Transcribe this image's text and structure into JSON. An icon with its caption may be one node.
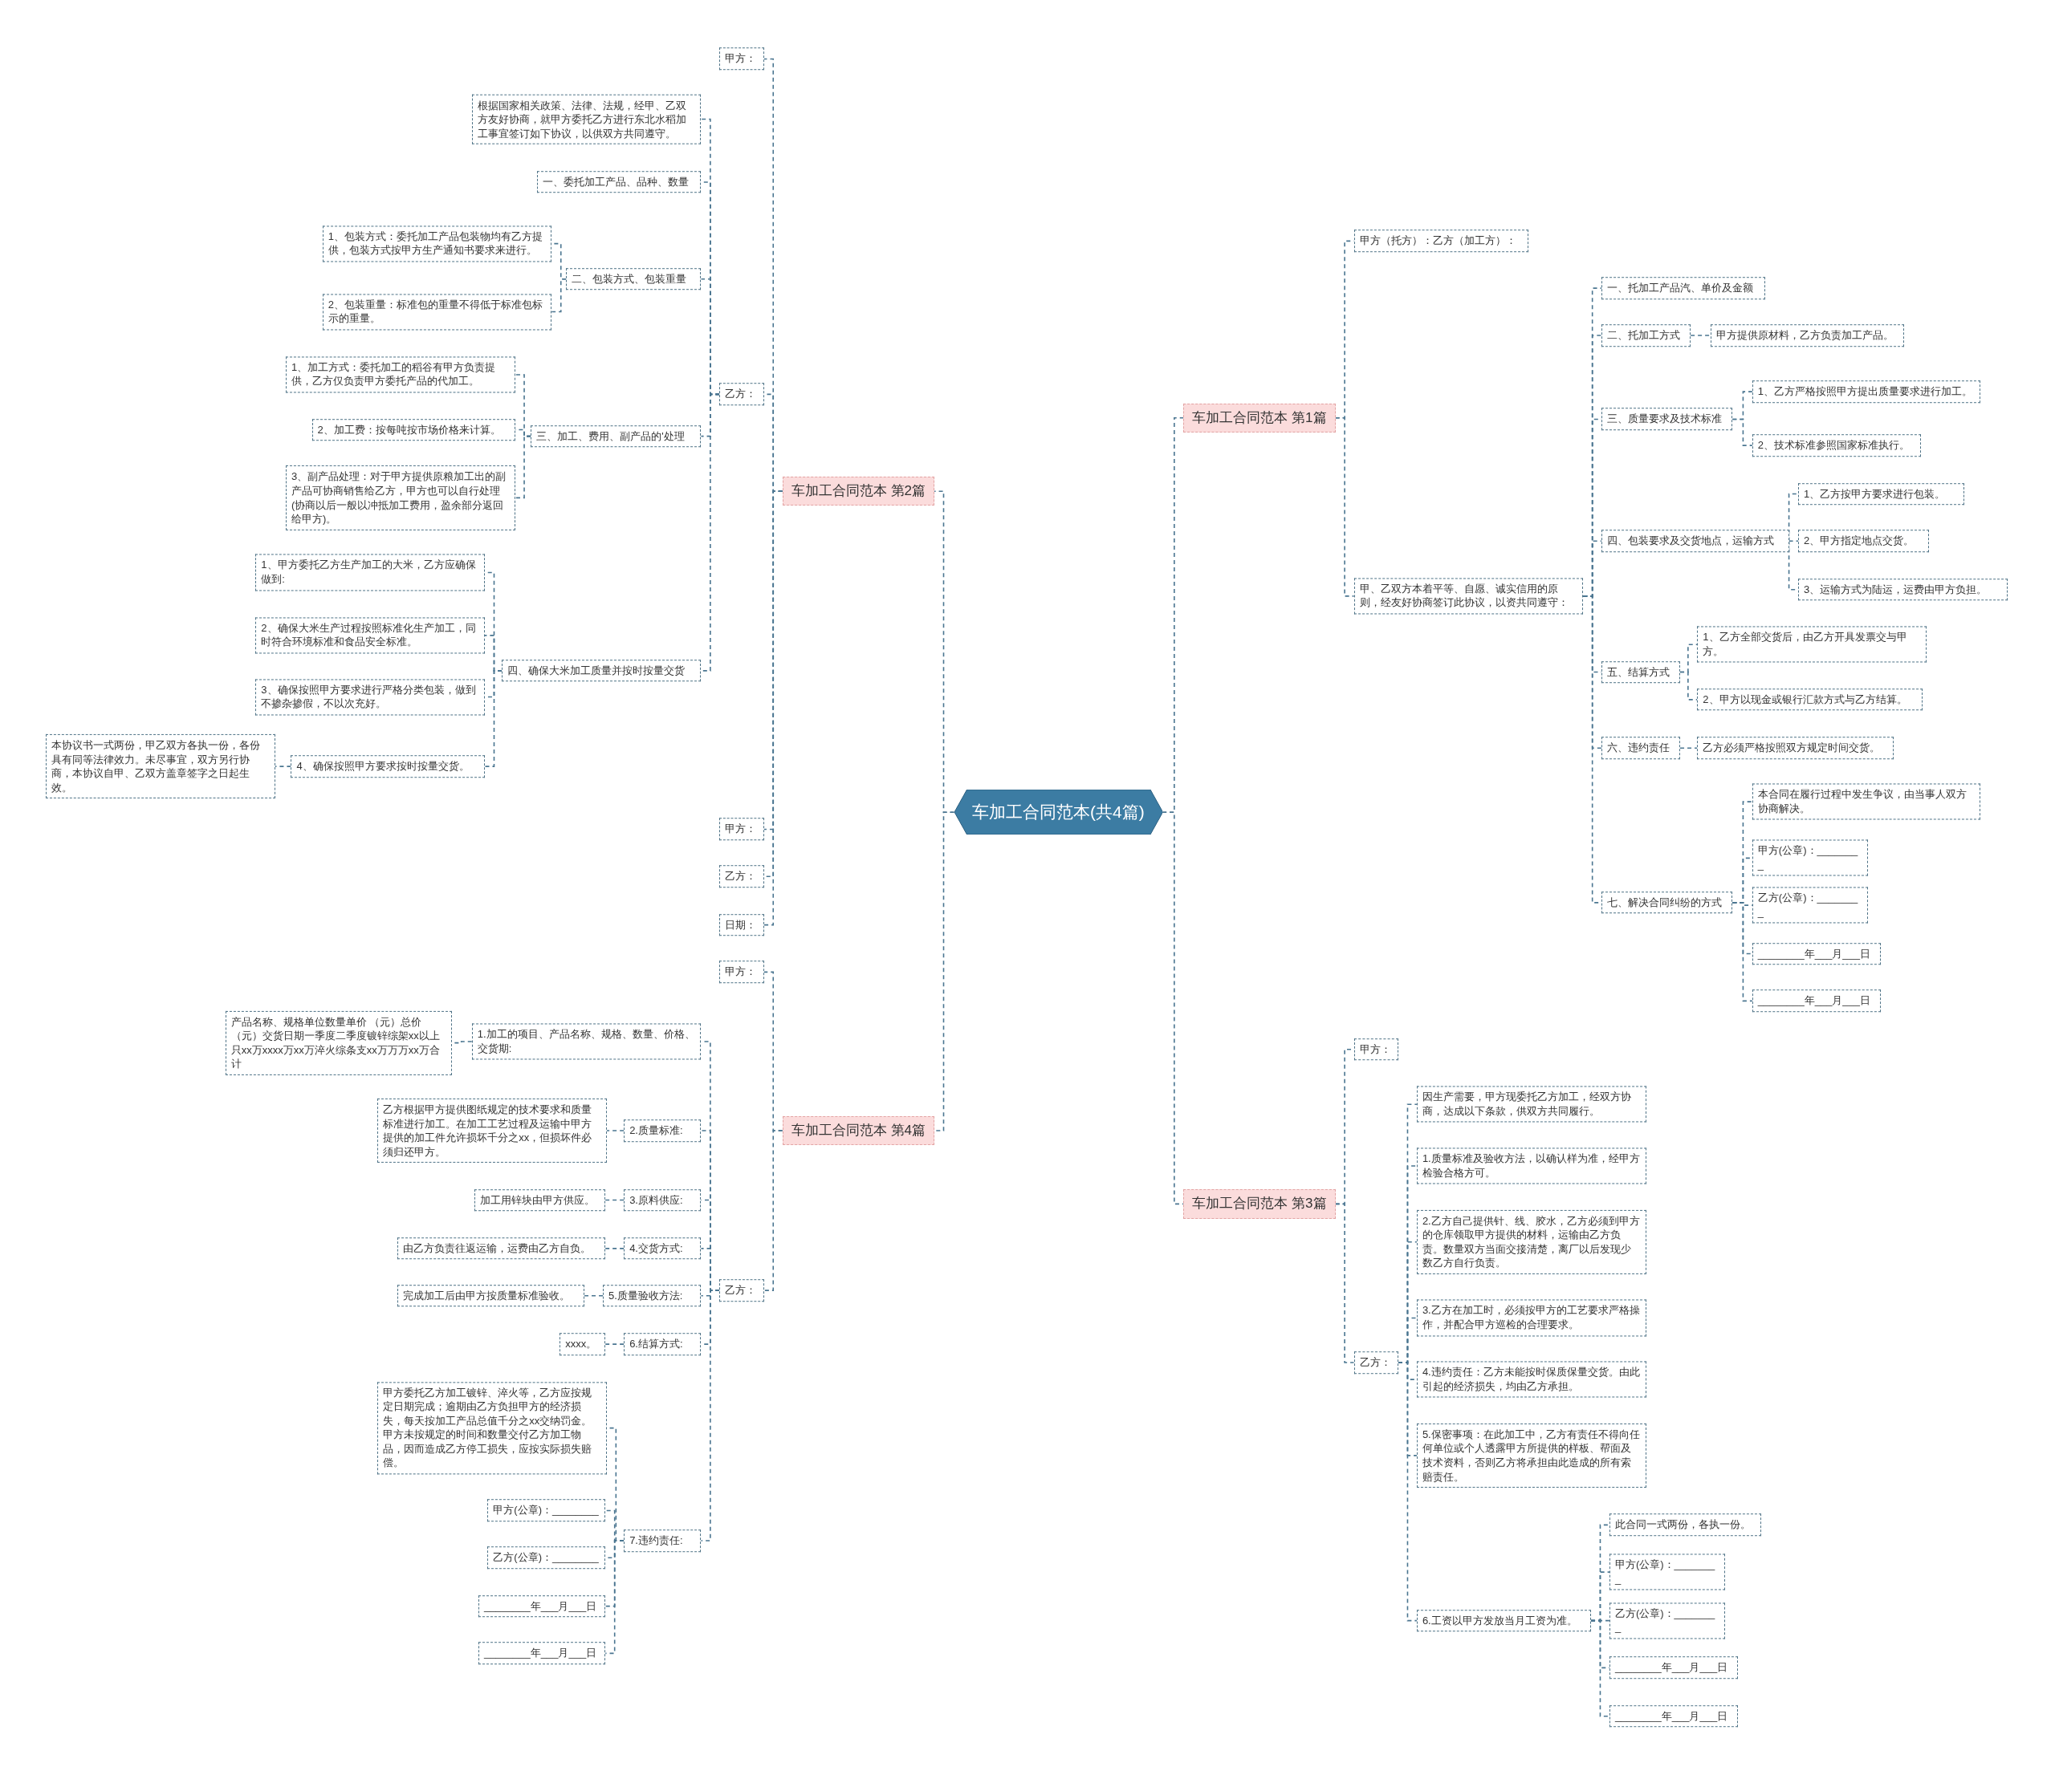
{
  "diagram": {
    "nodes": [
      {
        "text": [
          "车加工合同范本(共4篇)"
        ]
      },
      {
        "text": [
          "车加工合同范本 第1篇"
        ]
      },
      {
        "text": [
          "甲方（托方）：乙方（加工方）："
        ]
      },
      {
        "text": [
          "甲、乙双方本着平等、自愿、诚实信用的原则，经友好协商签订此协议，以资共同遵守："
        ]
      },
      {
        "text": [
          "一、托加工产品汽、单价及金额"
        ]
      },
      {
        "text": [
          "二、托加工方式"
        ]
      },
      {
        "text": [
          "甲方提供原材料，乙方负责加工产品。"
        ]
      },
      {
        "text": [
          "三、质量要求及技术标准"
        ]
      },
      {
        "text": [
          "1、乙方严格按照甲方提出质量要求进行加工。"
        ]
      },
      {
        "text": [
          "2、技术标准参照国家标准执行。"
        ]
      },
      {
        "text": [
          "四、包装要求及交货地点，运输方式"
        ]
      },
      {
        "text": [
          "1、乙方按甲方要求进行包装。"
        ]
      },
      {
        "text": [
          "2、甲方指定地点交货。"
        ]
      },
      {
        "text": [
          "3、运输方式为陆运，运费由甲方负担。"
        ]
      },
      {
        "text": [
          "五、结算方式"
        ]
      },
      {
        "text": [
          "1、乙方全部交货后，由乙方开具发票交与甲方。"
        ]
      },
      {
        "text": [
          "2、甲方以现金或银行汇款方式与乙方结算。"
        ]
      },
      {
        "text": [
          "六、违约责任"
        ]
      },
      {
        "text": [
          "乙方必须严格按照双方规定时间交货。"
        ]
      },
      {
        "text": [
          "七、解决合同纠纷的方式"
        ]
      },
      {
        "text": [
          "本合同在履行过程中发生争议，由当事人双方协商解决。"
        ]
      },
      {
        "text": [
          "甲方(公章)：________"
        ]
      },
      {
        "text": [
          "乙方(公章)：________"
        ]
      },
      {
        "text": [
          "________年___月___日"
        ]
      },
      {
        "text": [
          "________年___月___日"
        ]
      },
      {
        "text": [
          "车加工合同范本 第2篇"
        ]
      },
      {
        "text": [
          "甲方："
        ]
      },
      {
        "text": [
          "乙方："
        ]
      },
      {
        "text": [
          "根据国家相关政策、法律、法规，经甲、乙双方友好协商，就甲方委托乙方进行东北水稻加工事宜签订如下协议，以供双方共同遵守。"
        ]
      },
      {
        "text": [
          "一、委托加工产品、品种、数量"
        ]
      },
      {
        "text": [
          "二、包装方式、包装重量"
        ]
      },
      {
        "text": [
          "1、包装方式：委托加工产品包装物均有乙方提供，包装方式按甲方生产通知书要求来进行。"
        ]
      },
      {
        "text": [
          "2、包装重量：标准包的重量不得低于标准包标示的重量。"
        ]
      },
      {
        "text": [
          "三、加工、费用、副产品的'处理"
        ]
      },
      {
        "text": [
          "1、加工方式：委托加工的稻谷有甲方负责提供，乙方仅负责甲方委托产品的代加工。"
        ]
      },
      {
        "text": [
          "2、加工费：按每吨按市场价格来计算。"
        ]
      },
      {
        "text": [
          "3、副产品处理：对于甲方提供原粮加工出的副产品可协商销售给乙方，甲方也可以自行处理(协商以后一般以冲抵加工费用，盈余部分返回给甲方)。"
        ]
      },
      {
        "text": [
          "四、确保大米加工质量并按时按量交货"
        ]
      },
      {
        "text": [
          "1、甲方委托乙方生产加工的大米，乙方应确保做到:"
        ]
      },
      {
        "text": [
          "2、确保大米生产过程按照标准化生产加工，同时符合环境标准和食品安全标准。"
        ]
      },
      {
        "text": [
          "3、确保按照甲方要求进行严格分类包装，做到不掺杂掺假，不以次充好。"
        ]
      },
      {
        "text": [
          "4、确保按照甲方要求按时按量交货。"
        ]
      },
      {
        "text": [
          "本协议书一式两份，甲乙双方各执一份，各份具有同等法律效力。未尽事宜，双方另行协商，本协议自甲、乙双方盖章签字之日起生效。"
        ]
      },
      {
        "text": [
          "甲方："
        ]
      },
      {
        "text": [
          "乙方："
        ]
      },
      {
        "text": [
          "日期："
        ]
      },
      {
        "text": [
          "车加工合同范本 第3篇"
        ]
      },
      {
        "text": [
          "甲方："
        ]
      },
      {
        "text": [
          "乙方："
        ]
      },
      {
        "text": [
          "因生产需要，甲方现委托乙方加工，经双方协商，达成以下条款，供双方共同履行。"
        ]
      },
      {
        "text": [
          "1.质量标准及验收方法，以确认样为准，经甲方检验合格方可。"
        ]
      },
      {
        "text": [
          "2.乙方自己提供针、线、胶水，乙方必须到甲方的仓库领取甲方提供的材料，运输由乙方负责。数量双方当面交接清楚，离厂以后发现少数乙方自行负责。"
        ]
      },
      {
        "text": [
          "3.乙方在加工时，必须按甲方的工艺要求严格操作，并配合甲方巡检的合理要求。"
        ]
      },
      {
        "text": [
          "4.违约责任：乙方未能按时保质保量交货。由此引起的经济损失，均由乙方承担。"
        ]
      },
      {
        "text": [
          "5.保密事项：在此加工中，乙方有责任不得向任何单位或个人透露甲方所提供的样板、帮面及技术资料，否则乙方将承担由此造成的所有索赔责任。"
        ]
      },
      {
        "text": [
          "6.工资以甲方发放当月工资为准。"
        ]
      },
      {
        "text": [
          "此合同一式两份，各执一份。"
        ]
      },
      {
        "text": [
          "甲方(公章)：________"
        ]
      },
      {
        "text": [
          "乙方(公章)：________"
        ]
      },
      {
        "text": [
          "________年___月___日"
        ]
      },
      {
        "text": [
          "________年___月___日"
        ]
      },
      {
        "text": [
          "车加工合同范本 第4篇"
        ]
      },
      {
        "text": [
          "甲方："
        ]
      },
      {
        "text": [
          "乙方："
        ]
      },
      {
        "text": [
          "1.加工的项目、产品名称、规格、数量、价格、交货期:"
        ]
      },
      {
        "text": [
          "产品名称、规格单位数量单价 （元）总价（元）交货日期一季度二季度镀锌综架xx以上只xx万xxxx万xx万淬火综条支xx万万万xx万合计"
        ]
      },
      {
        "text": [
          "2.质量标准:"
        ]
      },
      {
        "text": [
          "乙方根据甲方提供图纸规定的技术要求和质量标准进行加工。在加工工艺过程及运输中甲方提供的加工件允许损坏千分之xx，但损坏件必须归还甲方。"
        ]
      },
      {
        "text": [
          "3.原料供应:"
        ]
      },
      {
        "text": [
          "加工用锌块由甲方供应。"
        ]
      },
      {
        "text": [
          "4.交货方式:"
        ]
      },
      {
        "text": [
          "由乙方负责往返运输，运费由乙方自负。"
        ]
      },
      {
        "text": [
          "5.质量验收方法:"
        ]
      },
      {
        "text": [
          "完成加工后由甲方按质量标准验收。"
        ]
      },
      {
        "text": [
          "6.结算方式:"
        ]
      },
      {
        "text": [
          "xxxx。"
        ]
      },
      {
        "text": [
          "7.违约责任:"
        ]
      },
      {
        "text": [
          "甲方委托乙方加工镀锌、淬火等，乙方应按规定日期完成；逾期由乙方负担甲方的经济损失，每天按加工产品总值千分之xx交纳罚金。甲方未按规定的时间和数量交付乙方加工物品，因而造成乙方停工损失，应按实际损失赔偿。"
        ]
      },
      {
        "text": [
          "甲方(公章)：________"
        ]
      },
      {
        "text": [
          "乙方(公章)：________"
        ]
      },
      {
        "text": [
          "________年___月___日"
        ]
      },
      {
        "text": [
          "________年___月___日"
        ]
      }
    ],
    "edges": [
      {
        "from": 0,
        "to": 1,
        "arrow": "none"
      },
      {
        "from": 0,
        "to": 25,
        "arrow": "none"
      },
      {
        "from": 0,
        "to": 46,
        "arrow": "none"
      },
      {
        "from": 0,
        "to": 61,
        "arrow": "none"
      },
      {
        "from": 1,
        "to": 2,
        "arrow": "none"
      },
      {
        "from": 1,
        "to": 3,
        "arrow": "none"
      },
      {
        "from": 3,
        "to": 4,
        "arrow": "none"
      },
      {
        "from": 3,
        "to": 5,
        "arrow": "none"
      },
      {
        "from": 3,
        "to": 7,
        "arrow": "none"
      },
      {
        "from": 3,
        "to": 10,
        "arrow": "none"
      },
      {
        "from": 3,
        "to": 14,
        "arrow": "none"
      },
      {
        "from": 3,
        "to": 17,
        "arrow": "none"
      },
      {
        "from": 3,
        "to": 19,
        "arrow": "none"
      },
      {
        "from": 5,
        "to": 6,
        "arrow": "none"
      },
      {
        "from": 7,
        "to": 8,
        "arrow": "none"
      },
      {
        "from": 7,
        "to": 9,
        "arrow": "none"
      },
      {
        "from": 10,
        "to": 11,
        "arrow": "none"
      },
      {
        "from": 10,
        "to": 12,
        "arrow": "none"
      },
      {
        "from": 10,
        "to": 13,
        "arrow": "none"
      },
      {
        "from": 14,
        "to": 15,
        "arrow": "none"
      },
      {
        "from": 14,
        "to": 16,
        "arrow": "none"
      },
      {
        "from": 17,
        "to": 18,
        "arrow": "none"
      },
      {
        "from": 19,
        "to": 20,
        "arrow": "none"
      },
      {
        "from": 19,
        "to": 21,
        "arrow": "none"
      },
      {
        "from": 19,
        "to": 22,
        "arrow": "none"
      },
      {
        "from": 19,
        "to": 23,
        "arrow": "none"
      },
      {
        "from": 19,
        "to": 24,
        "arrow": "none"
      },
      {
        "from": 25,
        "to": 26,
        "arrow": "none"
      },
      {
        "from": 25,
        "to": 27,
        "arrow": "none"
      },
      {
        "from": 25,
        "to": 43,
        "arrow": "none"
      },
      {
        "from": 25,
        "to": 44,
        "arrow": "none"
      },
      {
        "from": 25,
        "to": 45,
        "arrow": "none"
      },
      {
        "from": 27,
        "to": 28,
        "arrow": "none"
      },
      {
        "from": 27,
        "to": 29,
        "arrow": "none"
      },
      {
        "from": 27,
        "to": 30,
        "arrow": "none"
      },
      {
        "from": 27,
        "to": 33,
        "arrow": "none"
      },
      {
        "from": 27,
        "to": 37,
        "arrow": "none"
      },
      {
        "from": 30,
        "to": 31,
        "arrow": "none"
      },
      {
        "from": 30,
        "to": 32,
        "arrow": "none"
      },
      {
        "from": 33,
        "to": 34,
        "arrow": "none"
      },
      {
        "from": 33,
        "to": 35,
        "arrow": "none"
      },
      {
        "from": 33,
        "to": 36,
        "arrow": "none"
      },
      {
        "from": 37,
        "to": 38,
        "arrow": "none"
      },
      {
        "from": 37,
        "to": 39,
        "arrow": "none"
      },
      {
        "from": 37,
        "to": 40,
        "arrow": "none"
      },
      {
        "from": 37,
        "to": 41,
        "arrow": "none"
      },
      {
        "from": 41,
        "to": 42,
        "arrow": "none"
      },
      {
        "from": 46,
        "to": 47,
        "arrow": "none"
      },
      {
        "from": 46,
        "to": 48,
        "arrow": "none"
      },
      {
        "from": 48,
        "to": 49,
        "arrow": "none"
      },
      {
        "from": 48,
        "to": 50,
        "arrow": "none"
      },
      {
        "from": 48,
        "to": 51,
        "arrow": "none"
      },
      {
        "from": 48,
        "to": 52,
        "arrow": "none"
      },
      {
        "from": 48,
        "to": 53,
        "arrow": "none"
      },
      {
        "from": 48,
        "to": 54,
        "arrow": "none"
      },
      {
        "from": 48,
        "to": 55,
        "arrow": "none"
      },
      {
        "from": 55,
        "to": 56,
        "arrow": "none"
      },
      {
        "from": 55,
        "to": 57,
        "arrow": "none"
      },
      {
        "from": 55,
        "to": 58,
        "arrow": "none"
      },
      {
        "from": 55,
        "to": 59,
        "arrow": "none"
      },
      {
        "from": 55,
        "to": 60,
        "arrow": "none"
      },
      {
        "from": 61,
        "to": 62,
        "arrow": "none"
      },
      {
        "from": 61,
        "to": 63,
        "arrow": "none"
      },
      {
        "from": 63,
        "to": 64,
        "arrow": "none"
      },
      {
        "from": 63,
        "to": 66,
        "arrow": "none"
      },
      {
        "from": 63,
        "to": 68,
        "arrow": "none"
      },
      {
        "from": 63,
        "to": 70,
        "arrow": "none"
      },
      {
        "from": 63,
        "to": 72,
        "arrow": "none"
      },
      {
        "from": 63,
        "to": 74,
        "arrow": "none"
      },
      {
        "from": 63,
        "to": 76,
        "arrow": "none"
      },
      {
        "from": 64,
        "to": 65,
        "arrow": "none"
      },
      {
        "from": 66,
        "to": 67,
        "arrow": "none"
      },
      {
        "from": 68,
        "to": 69,
        "arrow": "none"
      },
      {
        "from": 70,
        "to": 71,
        "arrow": "none"
      },
      {
        "from": 72,
        "to": 73,
        "arrow": "none"
      },
      {
        "from": 74,
        "to": 75,
        "arrow": "none"
      },
      {
        "from": 76,
        "to": 77,
        "arrow": "none"
      },
      {
        "from": 76,
        "to": 78,
        "arrow": "none"
      },
      {
        "from": 76,
        "to": 79,
        "arrow": "none"
      },
      {
        "from": 76,
        "to": 80,
        "arrow": "none"
      },
      {
        "from": 76,
        "to": 81,
        "arrow": "none"
      }
    ]
  }
}
